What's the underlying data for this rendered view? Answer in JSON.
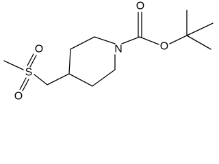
{
  "structure": {
    "atoms": {
      "ring_nitrogen": "N",
      "carbonyl_oxygen": "O",
      "ester_oxygen": "O",
      "sulfur": "S",
      "sulfonyl_oxygen_top": "O",
      "sulfonyl_oxygen_bottom": "O"
    }
  }
}
